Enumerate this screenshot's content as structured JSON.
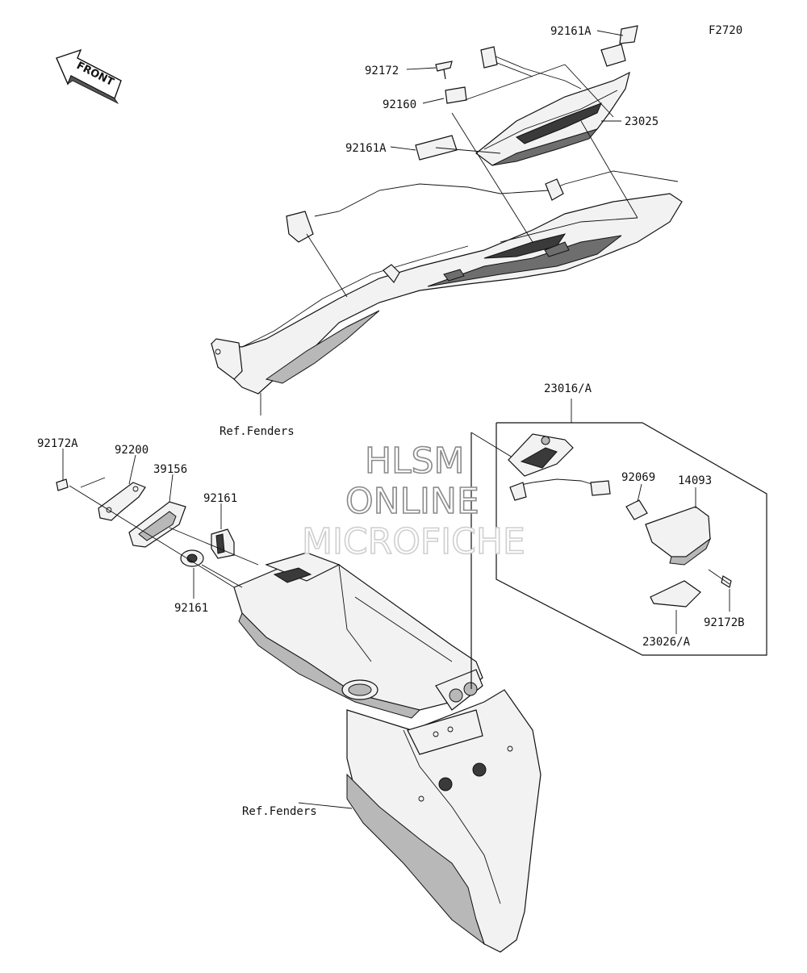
{
  "diagram_id": "F2720",
  "front_arrow_text": "FRONT",
  "labels": {
    "p92161A_top": "92161A",
    "p92172": "92172",
    "p92160": "92160",
    "p92161A_mid": "92161A",
    "p23025": "23025",
    "ref_fenders_top": "Ref.Fenders",
    "p23016A": "23016/A",
    "p92172A": "92172A",
    "p92200": "92200",
    "p39156": "39156",
    "p92161_upper": "92161",
    "p92161_lower": "92161",
    "p92069": "92069",
    "p14093": "14093",
    "p92172B": "92172B",
    "p23026A": "23026/A",
    "ref_fenders_bottom": "Ref.Fenders"
  },
  "watermark": {
    "line1": "HLSM",
    "line2": "ONLINE",
    "line3": "MICROFICHE"
  }
}
